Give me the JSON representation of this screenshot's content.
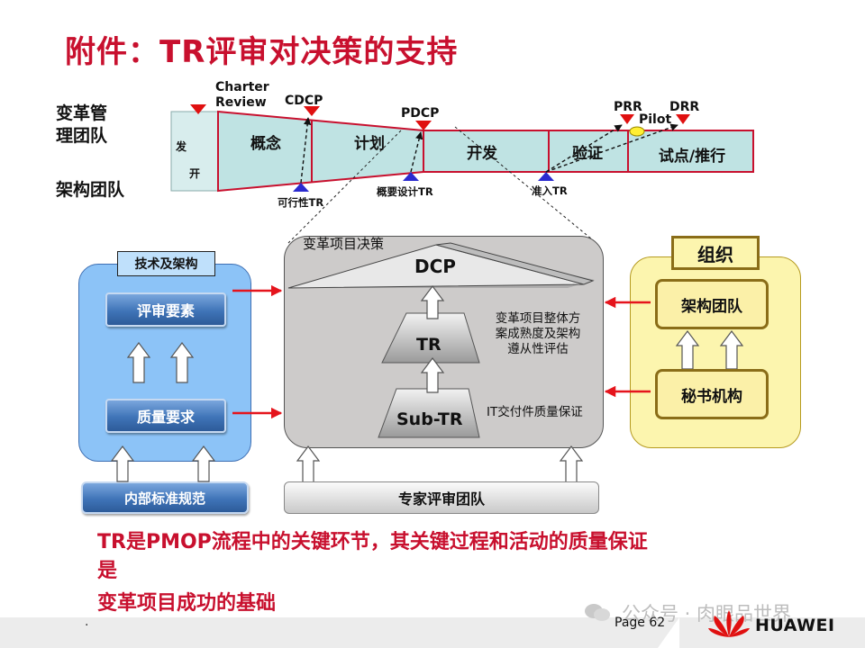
{
  "title": "附件：TR评审对决策的支持",
  "left_labels": {
    "team1_line1": "变革管",
    "team1_line2": "理团队",
    "team2": "架构团队"
  },
  "timeline": {
    "start_box_line1": "发",
    "start_box_line2": "开",
    "phases": [
      "概念",
      "计划",
      "开发",
      "验证",
      "试点/推行"
    ],
    "top_milestones": {
      "charter_line1": "Charter",
      "charter_line2": "Review",
      "cdcp": "CDCP",
      "pdcp": "PDCP",
      "prr": "PRR",
      "drr": "DRR",
      "pilot": "Pilot"
    },
    "bottom_milestones": {
      "feasibility": "可行性TR",
      "overview_design": "概要设计TR",
      "entry": "准入TR"
    }
  },
  "left_panel": {
    "header": "技术及架构",
    "review_elements": "评审要素",
    "quality_requirements": "质量要求",
    "internal_standards": "内部标准规范"
  },
  "center_panel": {
    "label": "变革项目决策",
    "dcp": "DCP",
    "tr": "TR",
    "sub_tr": "Sub-TR",
    "tr_desc_1": "变革项目整体方",
    "tr_desc_2": "案成熟度及架构",
    "tr_desc_3": "遵从性评估",
    "subtr_desc": "IT交付件质量保证",
    "expert_team": "专家评审团队"
  },
  "right_panel": {
    "header": "组织",
    "arch_team": "架构团队",
    "secretariat": "秘书机构"
  },
  "conclusion": {
    "line1": "TR是PMOP流程中的关键环节，其关键过程和活动的质量保证",
    "line2": "是",
    "line3": "变革项目成功的基础"
  },
  "footer": {
    "page": "Page 62",
    "brand": "HUAWEI",
    "watermark": "公众号 · 肉眼品世界",
    "dot": "."
  },
  "colors": {
    "accent_red": "#c8102e",
    "timeline_fill": "#bfe3e3",
    "timeline_border": "#c8102e",
    "milestone_blue": "#2a2ad0",
    "left_panel": "#8cc3f7",
    "center_panel": "#cdcbca",
    "right_panel": "#fcf5ae"
  }
}
